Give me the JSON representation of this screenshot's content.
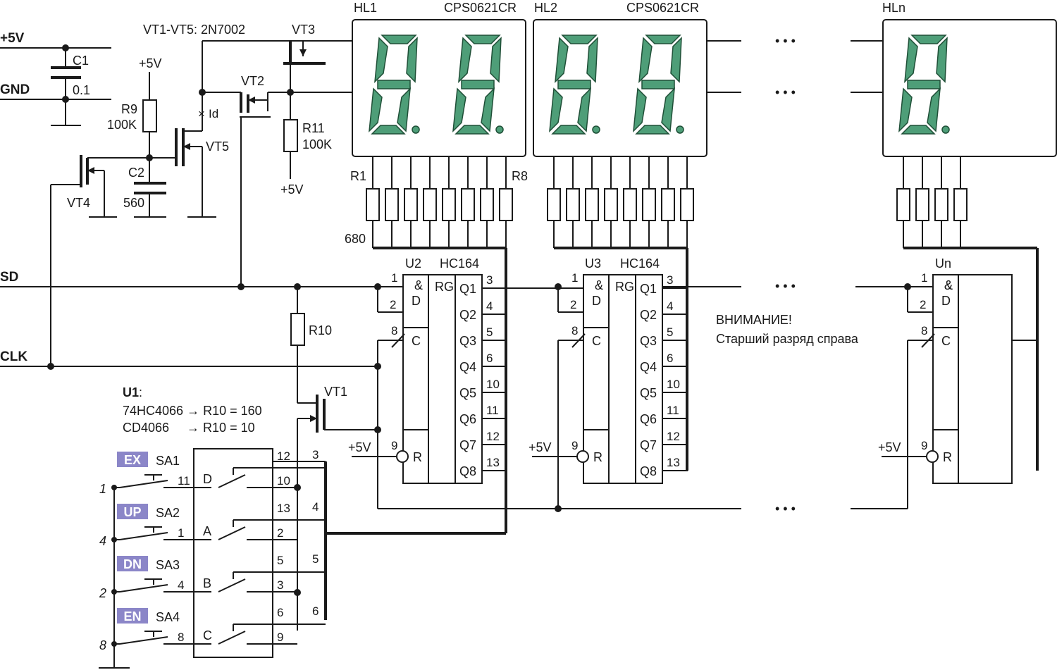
{
  "rails": {
    "vcc": "+5V",
    "gnd": "GND",
    "sd": "SD",
    "clk": "CLK"
  },
  "transistors_note": "VT1-VT5: 2N7002",
  "components": {
    "c1": "C1",
    "c1_value": "0.1",
    "c2": "C2",
    "c2_value": "560",
    "r9": "R9",
    "r9_value": "100K",
    "r10": "R10",
    "r11": "R11",
    "r11_value": "100K",
    "vt1": "VT1",
    "vt2": "VT2",
    "vt3": "VT3",
    "vt4": "VT4",
    "vt5": "VT5",
    "id": "Id",
    "plus5": "+5V",
    "r1": "R1",
    "r8": "R8",
    "r_value": "680"
  },
  "displays": [
    {
      "name": "HL1",
      "part": "CPS0621CR"
    },
    {
      "name": "HL2",
      "part": "CPS0621CR"
    },
    {
      "name": "HLn",
      "part": ""
    }
  ],
  "ics": [
    {
      "name": "U2",
      "type": "HC164"
    },
    {
      "name": "U3",
      "type": "HC164"
    },
    {
      "name": "Un",
      "type": ""
    }
  ],
  "chip_labels": {
    "and": "&",
    "d": "D",
    "c": "C",
    "r": "R",
    "rg": "RG",
    "outputs": [
      "Q1",
      "Q2",
      "Q3",
      "Q4",
      "Q5",
      "Q6",
      "Q7",
      "Q8"
    ],
    "input_pins": [
      "1",
      "2",
      "8",
      "9"
    ],
    "output_pins": [
      "3",
      "4",
      "5",
      "6",
      "10",
      "11",
      "12",
      "13"
    ]
  },
  "ellipsis": "• • •",
  "warning": {
    "line1": "ВНИМАНИЕ!",
    "line2": "Старший разряд справа"
  },
  "u1_note": {
    "title": "U1",
    "line1": "74HC4066 → R10 = 160",
    "line2": "CD4066     → R10 = 10"
  },
  "switches": [
    {
      "tag": "EX",
      "name": "SA1",
      "wire": "1",
      "pin": "11",
      "channel": "D",
      "pin_a": "12",
      "pin_b": "10",
      "out": "3"
    },
    {
      "tag": "UP",
      "name": "SA2",
      "wire": "4",
      "pin": "1",
      "channel": "A",
      "pin_a": "13",
      "pin_b": "2",
      "out": "4"
    },
    {
      "tag": "DN",
      "name": "SA3",
      "wire": "2",
      "pin": "4",
      "channel": "B",
      "pin_a": "5",
      "pin_b": "3",
      "out": "5"
    },
    {
      "tag": "EN",
      "name": "SA4",
      "wire": "8",
      "pin": "8",
      "channel": "C",
      "pin_a": "6",
      "pin_b": "9",
      "out": "6"
    }
  ],
  "colors": {
    "segment": "#4e9e78",
    "switch_tag": "#8b86c8"
  }
}
